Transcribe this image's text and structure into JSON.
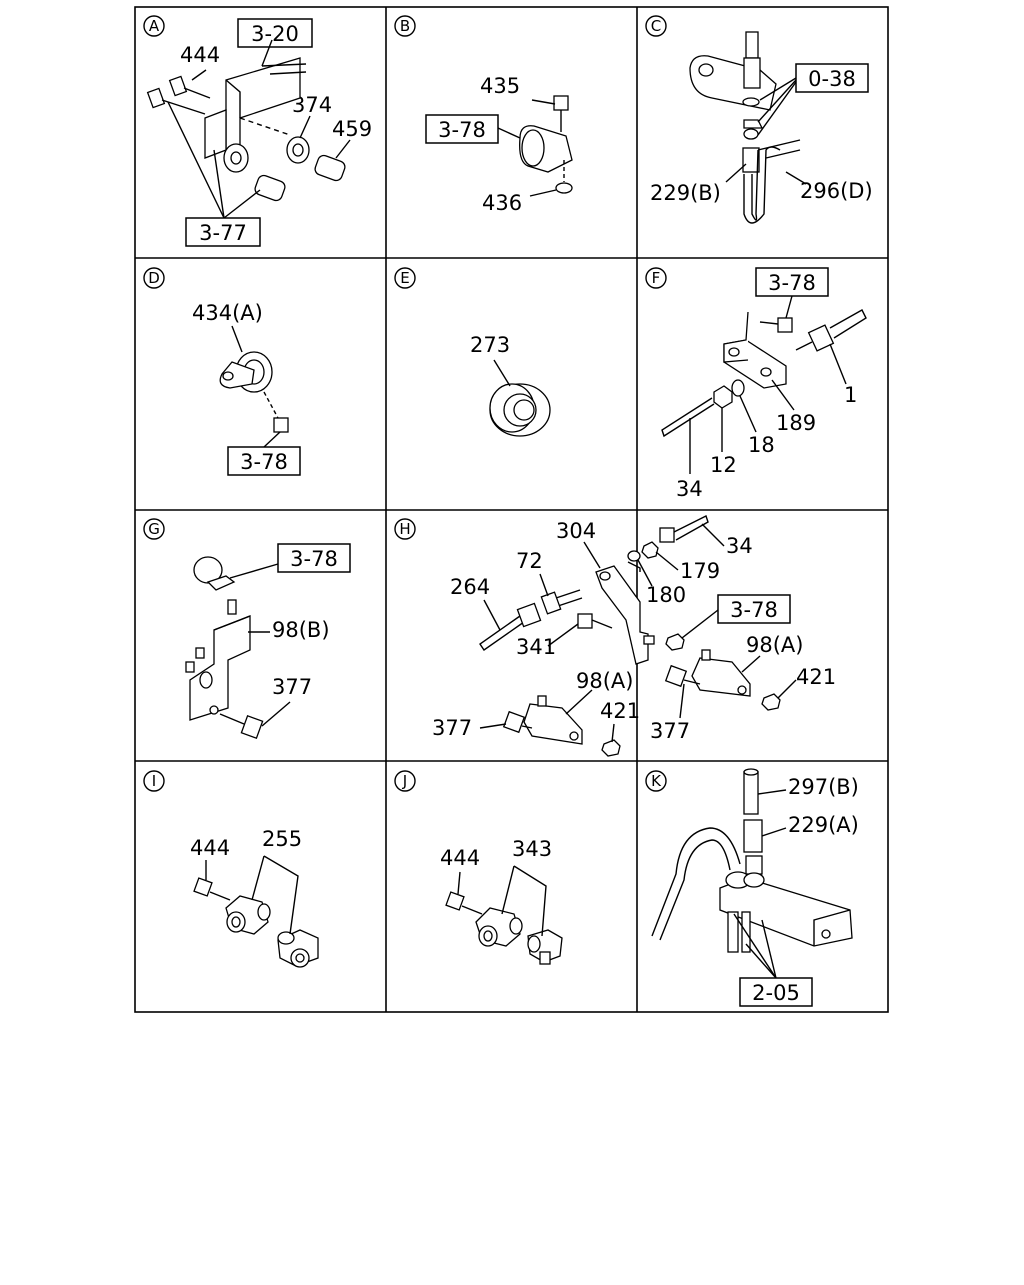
{
  "cells": {
    "A": {
      "letter": "A",
      "labels": {
        "ref_top": "3-20",
        "p444": "444",
        "p374": "374",
        "p459": "459",
        "ref_bottom": "3-77"
      }
    },
    "B": {
      "letter": "B",
      "labels": {
        "p435": "435",
        "ref": "3-78",
        "p436": "436"
      }
    },
    "C": {
      "letter": "C",
      "labels": {
        "ref": "0-38",
        "p229b": "229(B)",
        "p296d": "296(D)"
      }
    },
    "D": {
      "letter": "D",
      "labels": {
        "p434a": "434(A)",
        "ref": "3-78"
      }
    },
    "E": {
      "letter": "E",
      "labels": {
        "p273": "273"
      }
    },
    "F": {
      "letter": "F",
      "labels": {
        "ref": "3-78",
        "p1": "1",
        "p189": "189",
        "p18": "18",
        "p12": "12",
        "p34": "34"
      }
    },
    "G": {
      "letter": "G",
      "labels": {
        "ref": "3-78",
        "p98b": "98(B)",
        "p377": "377"
      }
    },
    "H": {
      "letter": "H",
      "labels": {
        "p304": "304",
        "p34": "34",
        "p72": "72",
        "p179": "179",
        "p264": "264",
        "p180": "180",
        "ref": "3-78",
        "p341": "341",
        "p98a_r": "98(A)",
        "p421_r": "421",
        "p98a_l": "98(A)",
        "p377_l": "377",
        "p421_l": "421",
        "p377_m": "377"
      }
    },
    "I": {
      "letter": "I",
      "labels": {
        "p444": "444",
        "p255": "255"
      }
    },
    "J": {
      "letter": "J",
      "labels": {
        "p444": "444",
        "p343": "343"
      }
    },
    "K": {
      "letter": "K",
      "labels": {
        "p297b": "297(B)",
        "p229a": "229(A)",
        "ref": "2-05"
      }
    }
  }
}
